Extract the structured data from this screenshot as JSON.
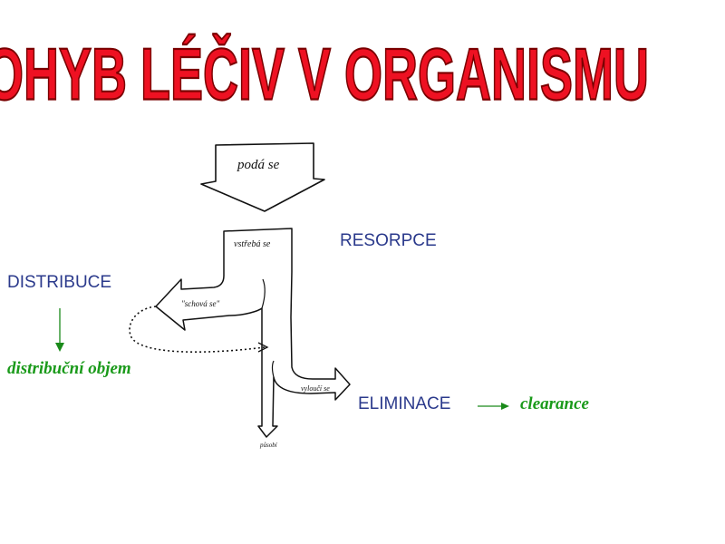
{
  "title": "POHYB LÉČIV V ORGANISMU",
  "labels": {
    "resorpce": "RESORPCE",
    "distribuce": "DISTRIBUCE",
    "distribucni_objem": "distribuční objem",
    "eliminace": "ELIMINACE",
    "clearance": "clearance"
  },
  "handwritten": {
    "poda_se": "podá se",
    "vstreba_se": "vstřebá se",
    "schova_se": "\"schová se\"",
    "vyloucí_se": "vyloučí se",
    "pusobi": "působí"
  },
  "colors": {
    "title_fill": "#ee1122",
    "title_stroke": "#7a0000",
    "blue_text": "#2b3a8c",
    "green_text": "#1a9a1a",
    "green_arrow": "#1a8a1a"
  }
}
